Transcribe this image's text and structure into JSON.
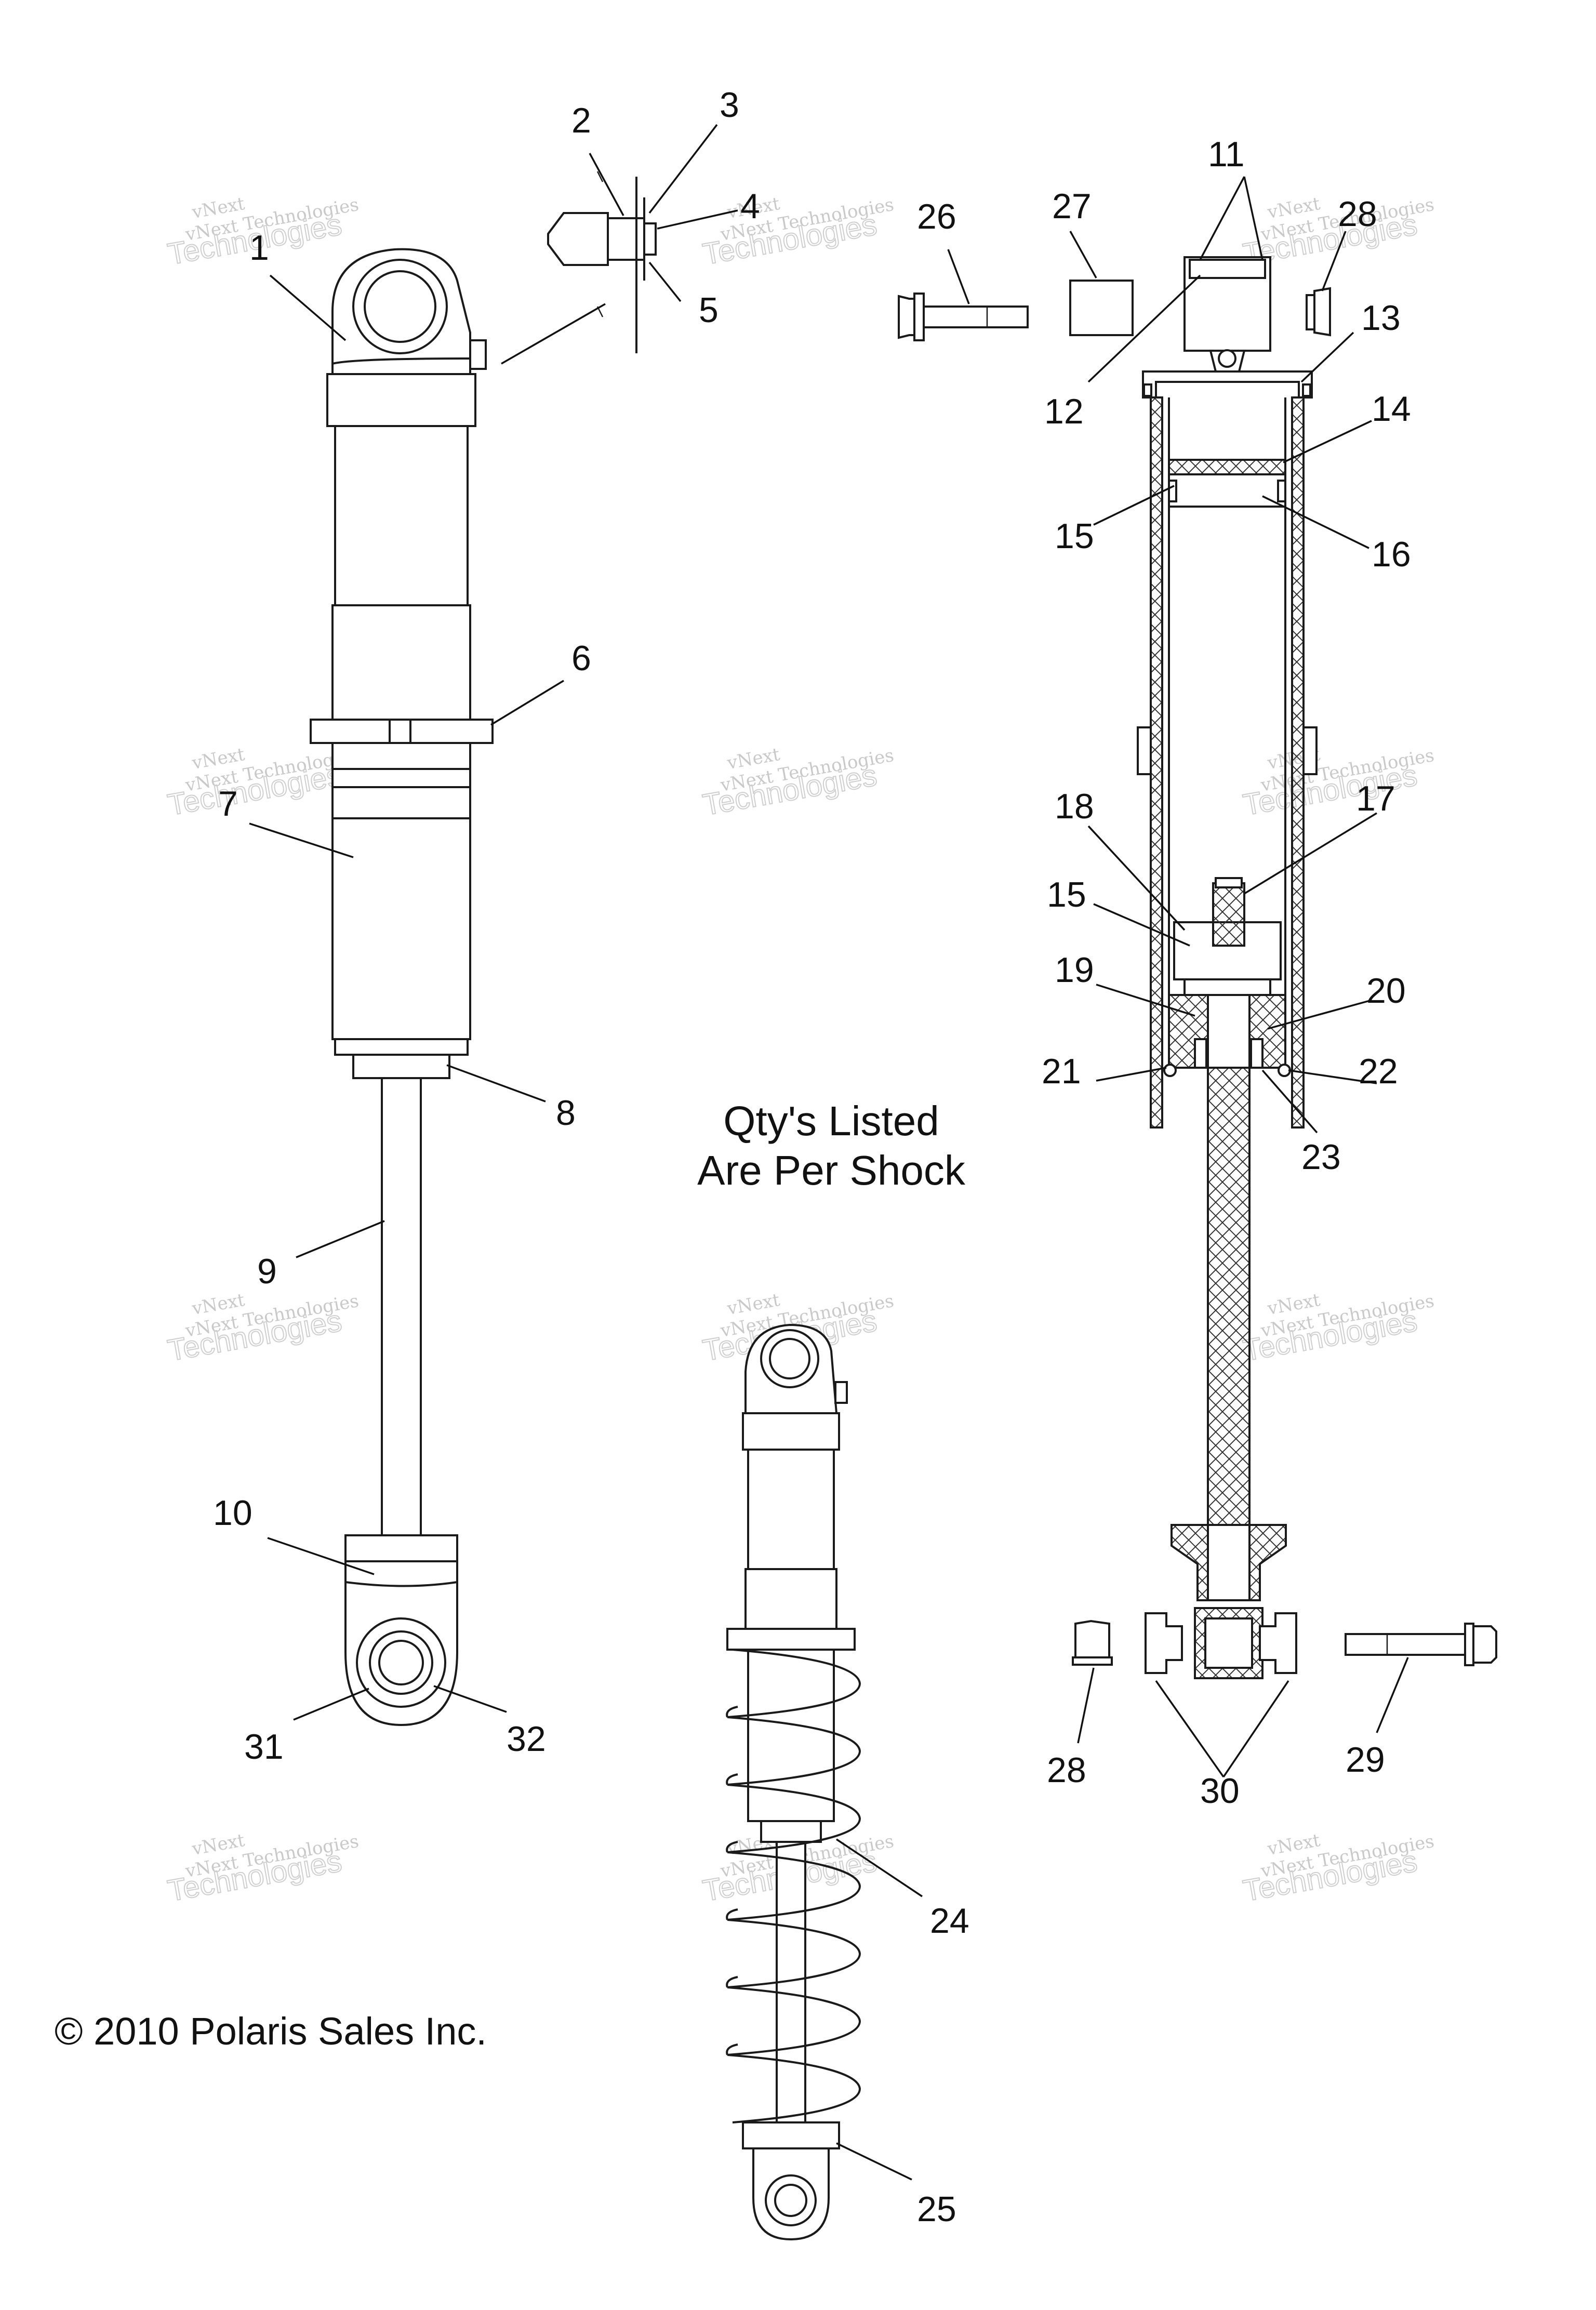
{
  "diagram": {
    "note_line1": "Qty's Listed",
    "note_line2": "Are Per Shock",
    "copyright": "© 2010 Polaris Sales Inc.",
    "watermark_line1": "vNext Technologies",
    "watermark_line2": "Technologies",
    "watermark_small": "vNext",
    "callouts": {
      "c1": "1",
      "c2": "2",
      "c3": "3",
      "c4": "4",
      "c5": "5",
      "c6": "6",
      "c7": "7",
      "c8": "8",
      "c9": "9",
      "c10": "10",
      "c11": "11",
      "c12": "12",
      "c13": "13",
      "c14": "14",
      "c15a": "15",
      "c15b": "15",
      "c16": "16",
      "c17": "17",
      "c18": "18",
      "c19": "19",
      "c20": "20",
      "c21": "21",
      "c22": "22",
      "c23": "23",
      "c24": "24",
      "c25": "25",
      "c26": "26",
      "c27": "27",
      "c28a": "28",
      "c28b": "28",
      "c29": "29",
      "c30": "30",
      "c31": "31",
      "c32": "32"
    }
  }
}
